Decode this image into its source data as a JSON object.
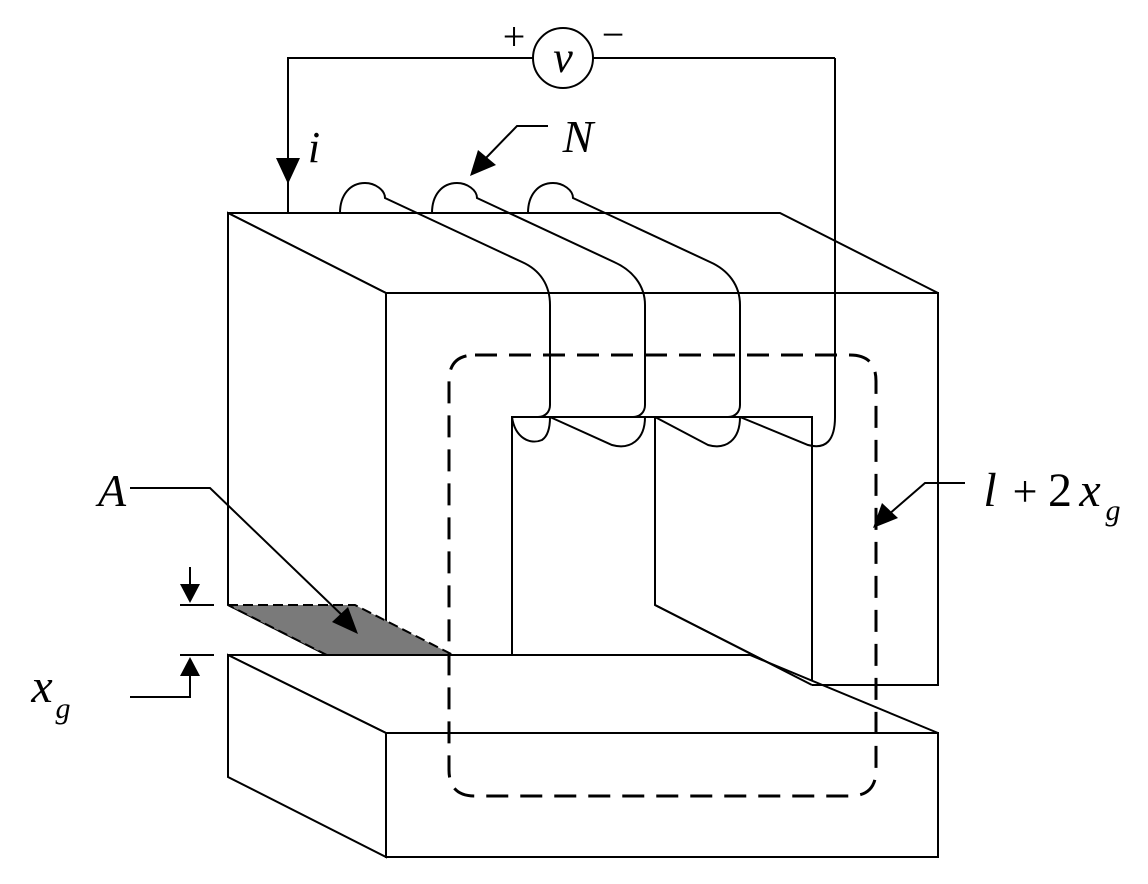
{
  "labels": {
    "voltage": "v",
    "voltage_plus": "+",
    "voltage_minus": "−",
    "current": "i",
    "turns": "N",
    "area": "A",
    "gap": "x",
    "gap_sub": "g",
    "path_l": "l",
    "path_plus": "+",
    "path_two": "2",
    "path_x": "x",
    "path_sub": "g"
  }
}
